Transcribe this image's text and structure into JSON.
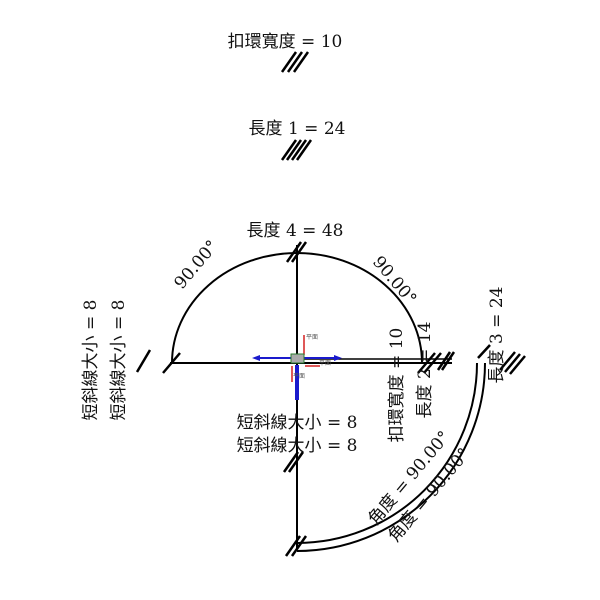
{
  "labels": {
    "clip_ring_width_top": "扣環寬度 = 10",
    "length1": "長度 1 = 24",
    "length4": "長度 4 = 48",
    "angle_left": "90.00°",
    "angle_right": "90.00°",
    "short_slash_left_1": "短斜線大小 = 8",
    "short_slash_left_2": "短斜線大小 = 8",
    "clip_ring_width_right": "扣環寬度 = 10",
    "length2": "長度 2 = 14",
    "length3": "長度 3 = 24",
    "short_slash_center_1": "短斜線大小 = 8",
    "short_slash_center_2": "短斜線大小 = 8",
    "arc_angle_1": "角度 = 90.00°",
    "arc_angle_2": "角度 = 90.00°"
  },
  "gizmo": {
    "label_up": "平面",
    "label_right": "平面",
    "label_down": "平面"
  },
  "colors": {
    "line": "#000000",
    "axis_x": "#1a1acc",
    "axis_ref": "#d42020",
    "origin": "#2e7d32"
  }
}
